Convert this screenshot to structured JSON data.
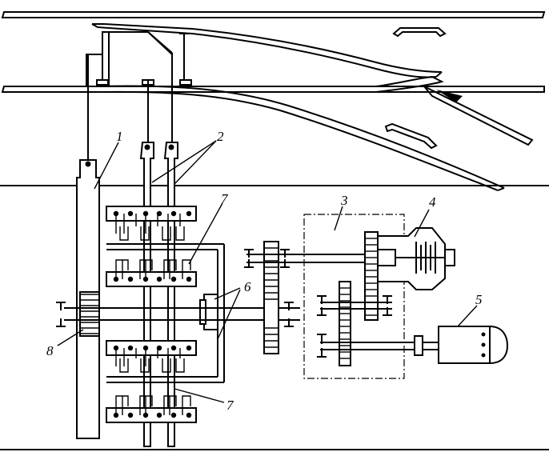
{
  "diagram": {
    "labels": {
      "l1": "1",
      "l2": "2",
      "l3": "3",
      "l4": "4",
      "l5": "5",
      "l6": "6",
      "l7a": "7",
      "l7b": "7",
      "l8": "8"
    }
  }
}
